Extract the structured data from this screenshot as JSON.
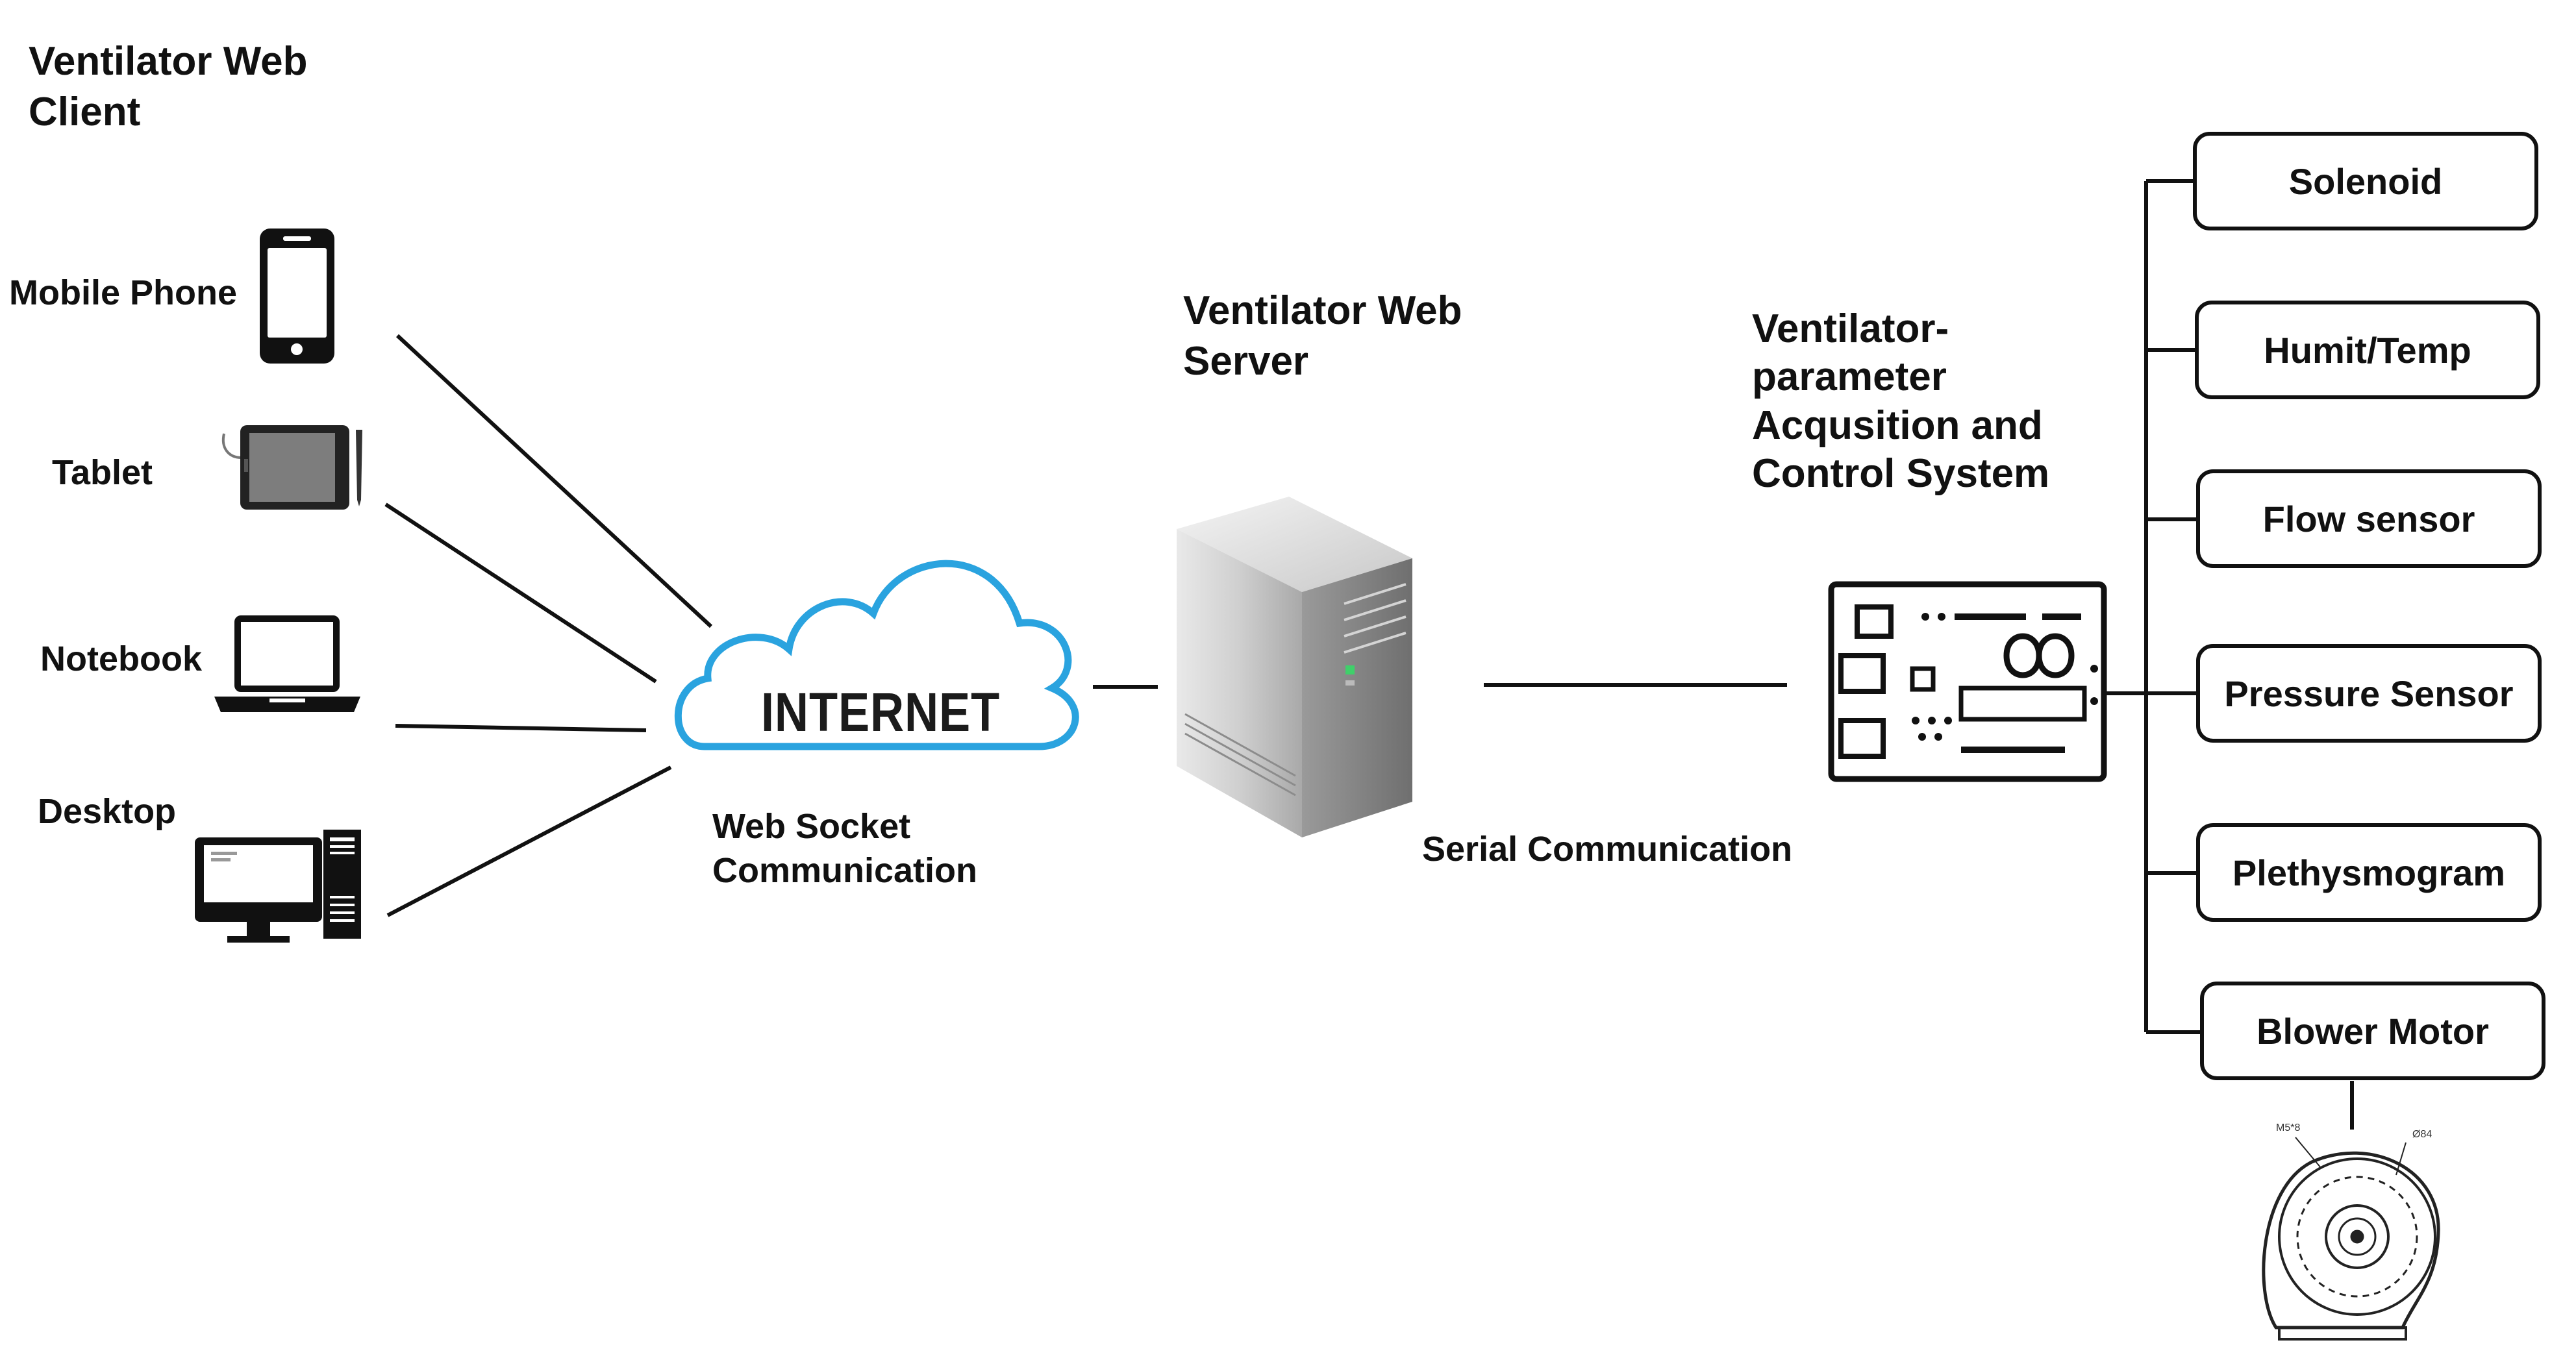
{
  "client": {
    "title_line1": "Ventilator Web",
    "title_line2": "Client"
  },
  "devices": {
    "mobile": "Mobile Phone",
    "tablet": "Tablet",
    "notebook": "Notebook",
    "desktop": "Desktop"
  },
  "internet": {
    "label": "INTERNET",
    "link_line1": "Web Socket",
    "link_line2": "Communication"
  },
  "server": {
    "title_line1": "Ventilator Web",
    "title_line2": "Server",
    "link": "Serial Communication"
  },
  "controller": {
    "title_line1": "Ventilator-",
    "title_line2": "parameter",
    "title_line3": "Acqusition and",
    "title_line4": "Control System"
  },
  "sensors": [
    "Solenoid",
    "Humit/Temp",
    "Flow sensor",
    "Pressure Sensor",
    "Plethysmogram",
    "Blower Motor"
  ],
  "blower_labels": {
    "left": "M5*8",
    "right": "Ø84"
  },
  "colors": {
    "cloud": "#2aa3df",
    "line": "#111111",
    "server_light": "#3fd06a"
  }
}
